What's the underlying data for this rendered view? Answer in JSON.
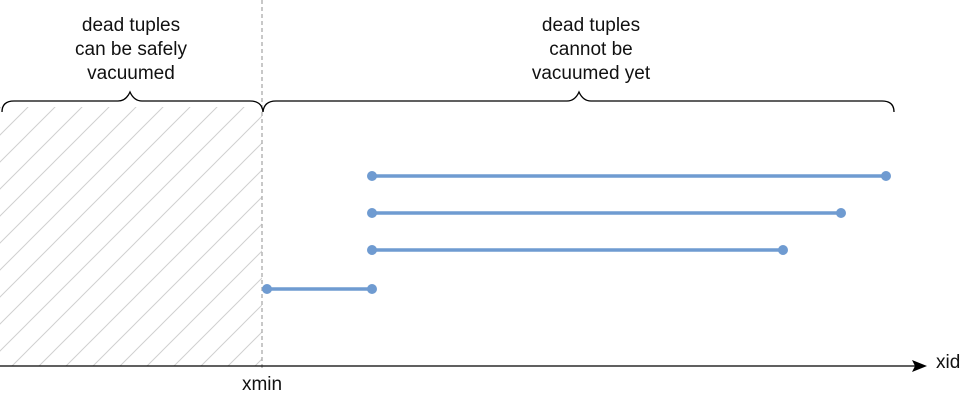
{
  "left_label": [
    "dead tuples",
    "can be safely",
    "vacuumed"
  ],
  "right_label": [
    "dead tuples",
    "cannot be",
    "vacuumed yet"
  ],
  "axis": {
    "label": "xid",
    "marker": "xmin"
  },
  "colors": {
    "segment": "#6f9bd1",
    "axis": "#000000",
    "hatch": "#d0d0d0",
    "divider": "#aaaaaa"
  }
}
